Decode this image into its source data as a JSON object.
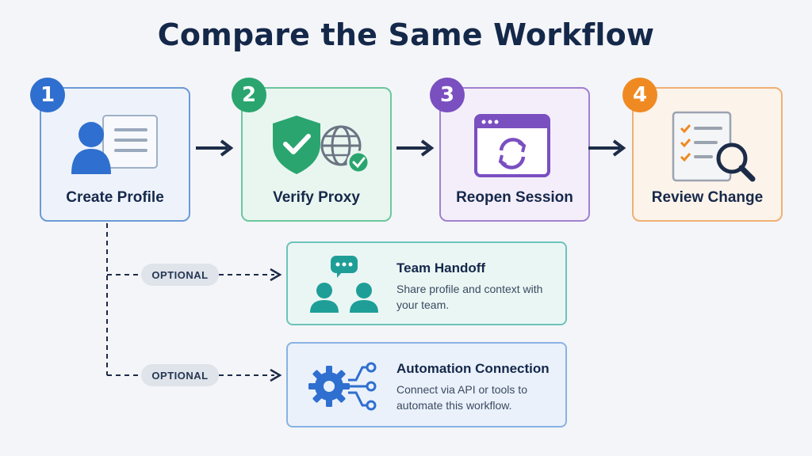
{
  "title": "Compare the Same Workflow",
  "steps": [
    {
      "number": "1",
      "label": "Create Profile",
      "icon": "profile-card-icon",
      "color": "#2f6fcf"
    },
    {
      "number": "2",
      "label": "Verify Proxy",
      "icon": "shield-globe-icon",
      "color": "#2aa56f"
    },
    {
      "number": "3",
      "label": "Reopen Session",
      "icon": "browser-refresh-icon",
      "color": "#7a4fc0"
    },
    {
      "number": "4",
      "label": "Review Change",
      "icon": "checklist-magnifier-icon",
      "color": "#ef8a22"
    }
  ],
  "optional_branches": [
    {
      "tag": "OPTIONAL",
      "title": "Team Handoff",
      "description": "Share profile and context with your team.",
      "icon": "team-chat-icon",
      "color": "#1f9e98"
    },
    {
      "tag": "OPTIONAL",
      "title": "Automation Connection",
      "description": "Connect via API or tools to automate this workflow.",
      "icon": "gear-network-icon",
      "color": "#2f6fcf"
    }
  ]
}
